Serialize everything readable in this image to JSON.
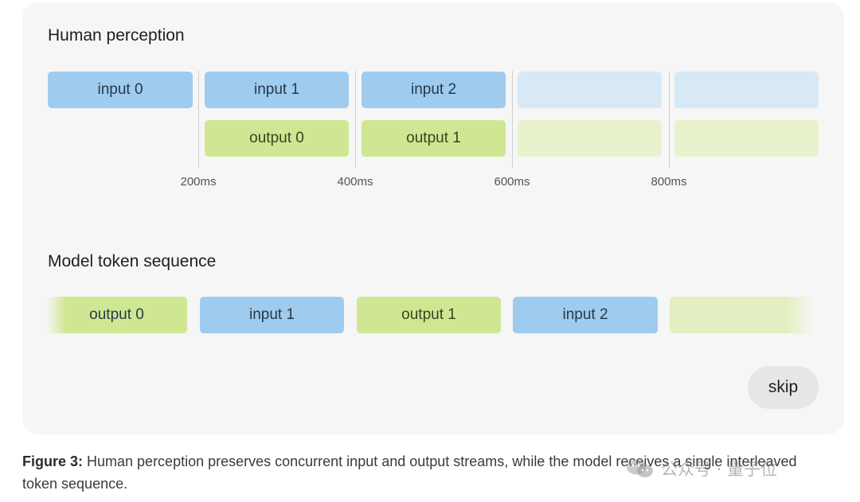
{
  "human_perception": {
    "title": "Human perception",
    "input_row": [
      "input 0",
      "input 1",
      "input 2",
      "",
      ""
    ],
    "output_row": [
      "output 0",
      "output 1",
      "",
      ""
    ],
    "ticks": [
      "200ms",
      "400ms",
      "600ms",
      "800ms"
    ]
  },
  "model_sequence": {
    "title": "Model token sequence",
    "tokens": [
      "output 0",
      "input 1",
      "output 1",
      "input 2",
      ""
    ]
  },
  "controls": {
    "skip_label": "skip"
  },
  "caption": {
    "figure_label": "Figure 3:",
    "text": " Human perception preserves concurrent input and output streams, while the model receives a single interleaved token sequence."
  },
  "watermark": {
    "text": "公众号 · 量子位",
    "icon": "wechat-icon"
  },
  "colors": {
    "input": "#9fcbef",
    "output": "#cfe793",
    "input_faded": "#d8e9f6",
    "output_faded": "#e8f3cd",
    "card_background": "#f6f6f6"
  }
}
